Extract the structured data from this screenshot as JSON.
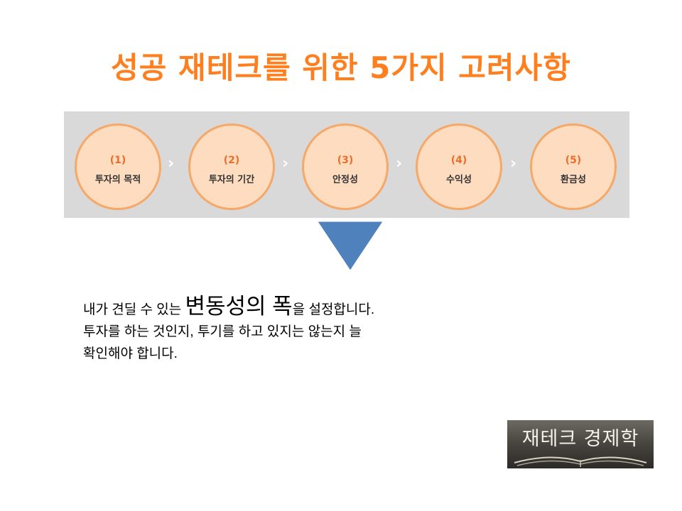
{
  "title": "성공 재테크를 위한 5가지 고려사항",
  "steps": [
    {
      "number": "(1)",
      "label": "투자의 목적"
    },
    {
      "number": "(2)",
      "label": "투자의 기간"
    },
    {
      "number": "(3)",
      "label": "안정성"
    },
    {
      "number": "(4)",
      "label": "수익성"
    },
    {
      "number": "(5)",
      "label": "환금성"
    }
  ],
  "separator": "›",
  "body": {
    "line1_pre": "내가 견딜 수 있는 ",
    "line1_emph": "변동성의 폭",
    "line1_post": "을 설정합니다.",
    "line2": "투자를 하는 것인지, 투기를 하고 있지는 않는지 늘",
    "line3": "확인해야 합니다."
  },
  "logo": {
    "text": "재테크 경제학"
  },
  "colors": {
    "title": "#ff7f1f",
    "panel": "#d9d9d9",
    "circle_fill": "#fddcc0",
    "circle_border": "#f5a867",
    "arrow_fill": "#4f81bd"
  }
}
